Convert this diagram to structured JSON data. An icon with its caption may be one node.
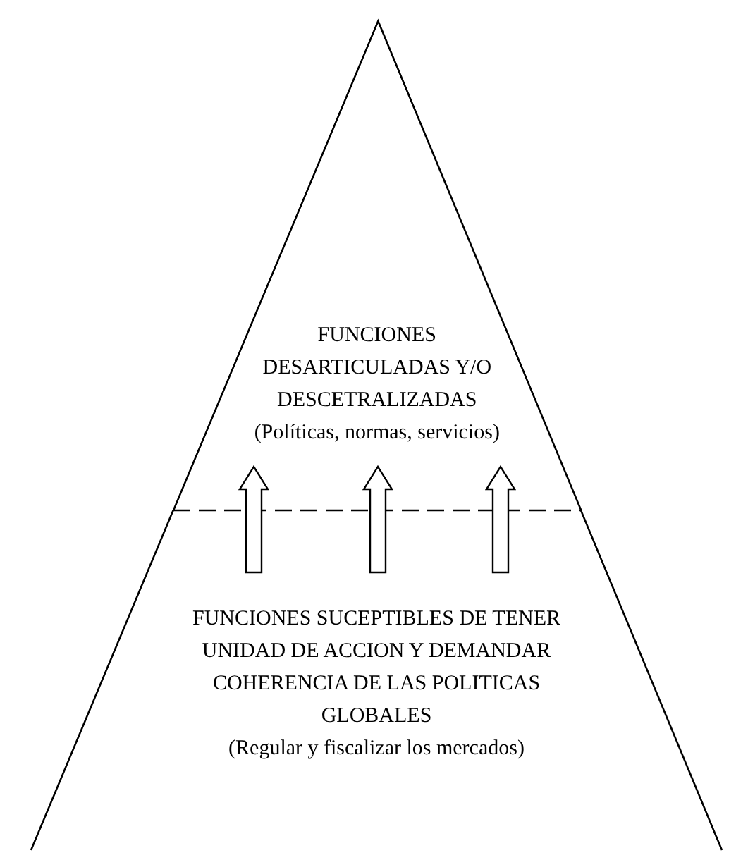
{
  "diagram": {
    "nodes": [
      {
        "text": [
          "FUNCIONES DESARTICULADAS Y/O DESCETRALIZADAS",
          "(Políticas, normas, servicios)"
        ]
      },
      {
        "text": [
          "FUNCIONES SUCEPTIBLES DE TENER UNIDAD DE ACCION Y DEMANDAR COHERENCIA DE LAS POLITICAS GLOBALES",
          "(Regular y fiscalizar los mercados)"
        ]
      }
    ],
    "edges": [
      {
        "from": 1,
        "to": 0,
        "arrow": "to"
      },
      {
        "from": 1,
        "to": 0,
        "arrow": "to"
      },
      {
        "from": 1,
        "to": 0,
        "arrow": "to"
      }
    ]
  }
}
